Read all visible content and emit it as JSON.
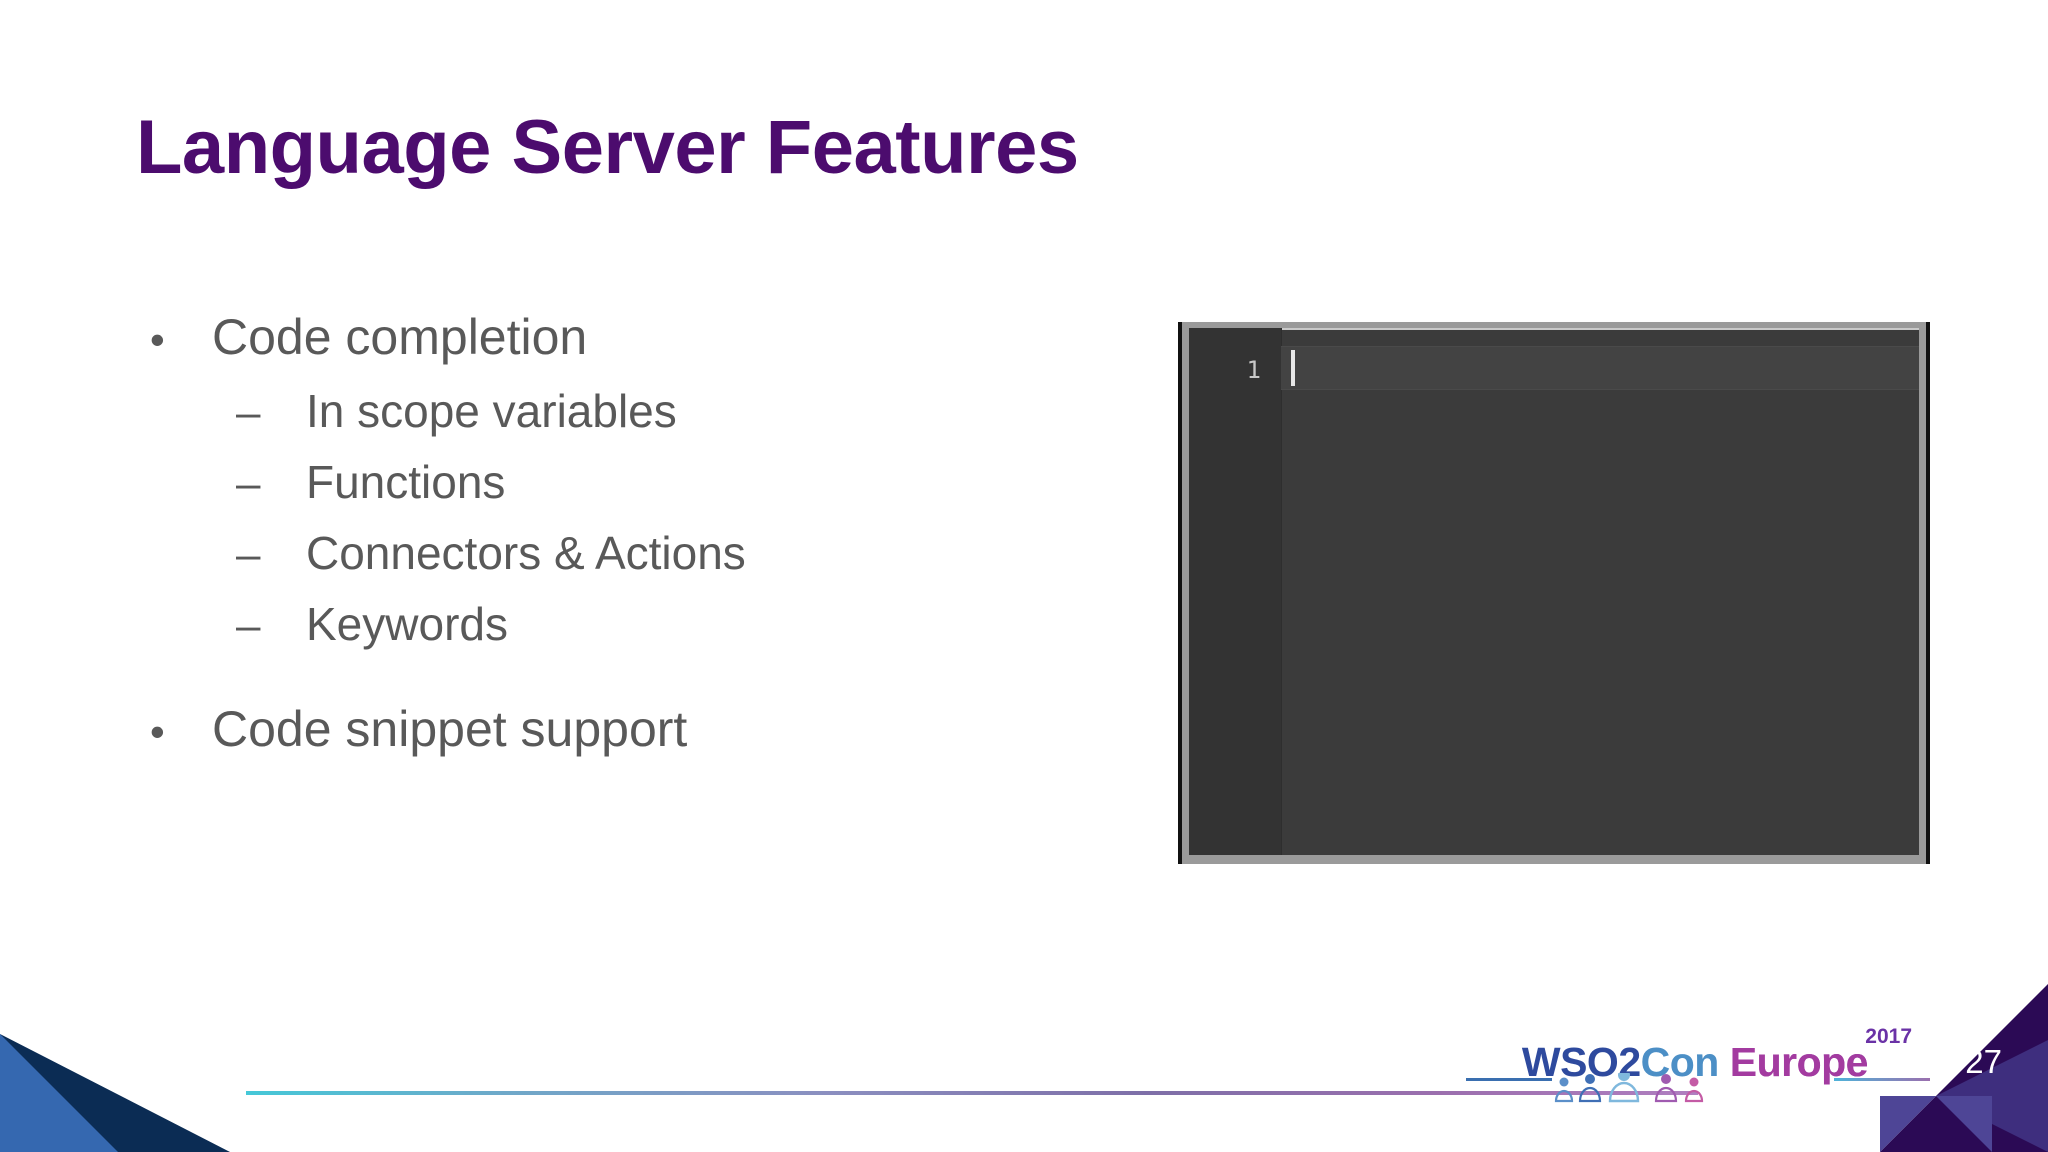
{
  "slide": {
    "title": "Language Server Features",
    "page_number": "27",
    "title_color": "#4C0C6E",
    "body_text_color": "#595959",
    "background_color": "#FFFFFF"
  },
  "bullets": [
    {
      "level": 1,
      "marker": "•",
      "text": "Code completion"
    },
    {
      "level": 2,
      "marker": "–",
      "text": "In scope variables"
    },
    {
      "level": 2,
      "marker": "–",
      "text": "Functions"
    },
    {
      "level": 2,
      "marker": "–",
      "text": "Connectors & Actions"
    },
    {
      "level": 2,
      "marker": "–",
      "text": "Keywords"
    },
    {
      "level": 1,
      "marker": "•",
      "text": "Code snippet support"
    }
  ],
  "editor": {
    "line_number": "1",
    "content": "",
    "background_color": "#3B3B3B",
    "gutter_color": "#333333",
    "frame_color": "#9A9A9A"
  },
  "footer": {
    "logo": {
      "wso2": "WSO2",
      "con": "Con",
      "europe": "Europe",
      "year": "2017"
    },
    "decoration_colors": {
      "blue_light": "#3568B0",
      "blue_dark": "#0B2C54",
      "purple_dark": "#2B0A55",
      "purple_mid": "#3E2E7E",
      "purple_light": "#4E4596",
      "rule_start": "#45C8D8",
      "rule_end": "#B07FC0"
    }
  }
}
